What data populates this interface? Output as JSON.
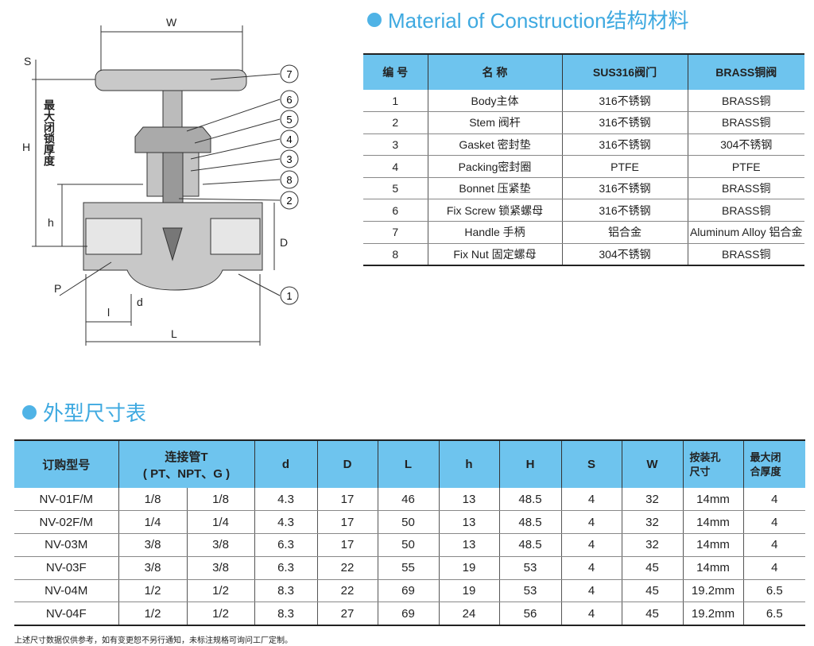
{
  "material_section": {
    "title": "Material of Construction结构材料",
    "headers": [
      "编 号",
      "名 称",
      "SUS316阀门",
      "BRASS铜阀"
    ],
    "rows": [
      [
        "1",
        "Body主体",
        "316不锈钢",
        "BRASS铜"
      ],
      [
        "2",
        "Stem 阀杆",
        "316不锈钢",
        "BRASS铜"
      ],
      [
        "3",
        "Gasket 密封垫",
        "316不锈钢",
        "304不锈钢"
      ],
      [
        "4",
        "Packing密封圈",
        "PTFE",
        "PTFE"
      ],
      [
        "5",
        "Bonnet 压紧垫",
        "316不锈钢",
        "BRASS铜"
      ],
      [
        "6",
        "Fix Screw 锁紧螺母",
        "316不锈钢",
        "BRASS铜"
      ],
      [
        "7",
        "Handle 手柄",
        "铝合金",
        "Aluminum Alloy 铝合金"
      ],
      [
        "8",
        "Fix Nut 固定螺母",
        "304不锈钢",
        "BRASS铜"
      ]
    ]
  },
  "dimension_section": {
    "title": "外型尺寸表",
    "headers": {
      "model": "订购型号",
      "conn_line1": "连接管T",
      "conn_line2": "( PT、NPT、G )",
      "d": "d",
      "D": "D",
      "L": "L",
      "h": "h",
      "H": "H",
      "S": "S",
      "W": "W",
      "hole_line1": "按装孔",
      "hole_line2": "尺寸",
      "thick_line1": "最大闭",
      "thick_line2": "合厚度"
    },
    "rows": [
      [
        "NV-01F/M",
        "1/8",
        "1/8",
        "4.3",
        "17",
        "46",
        "13",
        "48.5",
        "4",
        "32",
        "14mm",
        "4"
      ],
      [
        "NV-02F/M",
        "1/4",
        "1/4",
        "4.3",
        "17",
        "50",
        "13",
        "48.5",
        "4",
        "32",
        "14mm",
        "4"
      ],
      [
        "NV-03M",
        "3/8",
        "3/8",
        "6.3",
        "17",
        "50",
        "13",
        "48.5",
        "4",
        "32",
        "14mm",
        "4"
      ],
      [
        "NV-03F",
        "3/8",
        "3/8",
        "6.3",
        "22",
        "55",
        "19",
        "53",
        "4",
        "45",
        "14mm",
        "4"
      ],
      [
        "NV-04M",
        "1/2",
        "1/2",
        "8.3",
        "22",
        "69",
        "19",
        "53",
        "4",
        "45",
        "19.2mm",
        "6.5"
      ],
      [
        "NV-04F",
        "1/2",
        "1/2",
        "8.3",
        "27",
        "69",
        "24",
        "56",
        "4",
        "45",
        "19.2mm",
        "6.5"
      ]
    ],
    "note": "上述尺寸数据仅供参考，如有变更恕不另行通知，未标注规格可询问工厂定制。"
  },
  "diagram": {
    "labels": {
      "W": "W",
      "S": "S",
      "H": "H",
      "max_thickness": "最大闭锁厚度",
      "h": "h",
      "D": "D",
      "P": "P",
      "l": "l",
      "d": "d",
      "L": "L"
    },
    "callouts": [
      "7",
      "6",
      "5",
      "4",
      "3",
      "8",
      "2",
      "1"
    ]
  }
}
